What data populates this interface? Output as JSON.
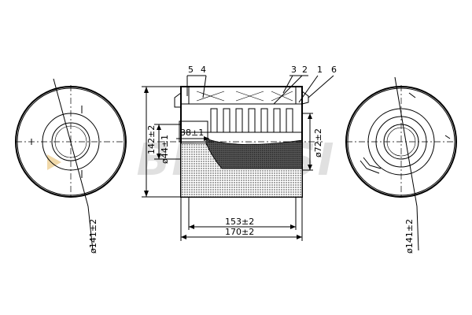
{
  "watermark": "BREMSI",
  "dimensions": {
    "left_outer_dia": "ø141±2",
    "height": "142±2",
    "inner_dia": "ø44±1",
    "inner_depth": "38±1",
    "middle_dia": "ø72±2",
    "length_inner": "153±2",
    "length_outer": "170±2",
    "right_outer_dia": "ø141±2"
  },
  "callouts": {
    "c5": "5",
    "c4": "4",
    "c3": "3",
    "c2": "2",
    "c1": "1",
    "c6": "6"
  }
}
